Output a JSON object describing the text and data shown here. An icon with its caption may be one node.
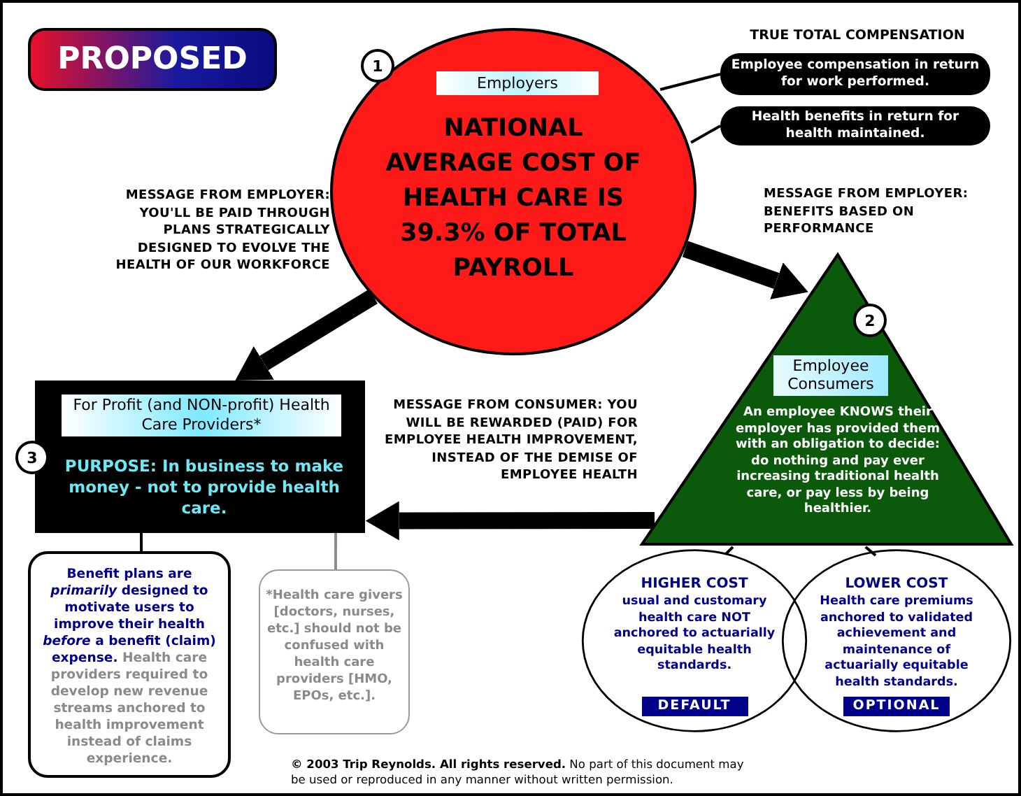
{
  "diagram": {
    "nodes": [
      {
        "text": [
          "PROPOSED"
        ]
      },
      {
        "text": [
          "1",
          "Employers",
          "NATIONAL AVERAGE COST OF HEALTH CARE IS 39.3% OF TOTAL PAYROLL"
        ]
      },
      {
        "text": [
          "Employee compensation in return for work performed."
        ]
      },
      {
        "text": [
          "Health benefits in return for health maintained."
        ]
      },
      {
        "text": [
          "2",
          "Employee Consumers",
          "An employee KNOWS their employer has provided them with an obligation to decide: do nothing and pay ever increasing traditional health care, or pay less by being healthier."
        ]
      },
      {
        "text": [
          "HIGHER COST",
          "usual and customary health care NOT anchored to actuarially equitable health standards.",
          "DEFAULT"
        ]
      },
      {
        "text": [
          "LOWER COST",
          "Health care premiums anchored to validated achievement and maintenance of actuarially equitable health standards.",
          "OPTIONAL"
        ]
      },
      {
        "text": [
          "For Profit (and NON-profit) Health Care Providers*",
          "3",
          "PURPOSE: In business to make money - not to provide health care."
        ]
      },
      {
        "text": [
          "Benefit plans are *primarily* designed to motivate users to improve their health *before* a benefit (claim) expense.",
          "Health care providers required to develop new revenue streams anchored to health improvement instead of claims experience."
        ]
      },
      {
        "text": [
          "*Health care givers [doctors, nurses, etc.] should not be confused with health care providers [HMO, EPOs, etc.]."
        ]
      }
    ],
    "edges": [
      {
        "from": 1,
        "to": 2,
        "arrow": "none"
      },
      {
        "from": 1,
        "to": 3,
        "arrow": "none"
      },
      {
        "from": 1,
        "to": 7,
        "arrow": "to",
        "style": "thick",
        "label": "MESSAGE FROM EMPLOYER: YOU'LL BE PAID THROUGH PLANS STRATEGICALLY DESIGNED TO EVOLVE THE HEALTH OF OUR WORKFORCE"
      },
      {
        "from": 1,
        "to": 4,
        "arrow": "to",
        "style": "thick",
        "label": "MESSAGE FROM EMPLOYER: BENEFITS BASED ON PERFORMANCE"
      },
      {
        "from": 4,
        "to": 7,
        "arrow": "to",
        "style": "thick",
        "label": "MESSAGE FROM CONSUMER: YOU WILL BE REWARDED (PAID) FOR EMPLOYEE HEALTH IMPROVEMENT, INSTEAD OF THE DEMISE OF EMPLOYEE HEALTH"
      },
      {
        "from": 4,
        "to": 5,
        "arrow": "none"
      },
      {
        "from": 4,
        "to": 6,
        "arrow": "none"
      },
      {
        "from": 7,
        "to": 8,
        "arrow": "none"
      },
      {
        "from": 7,
        "to": 9,
        "arrow": "none",
        "color": "#8c8c8c"
      }
    ],
    "labels": [
      "TRUE TOTAL COMPENSATION",
      "**© 2003 Trip Reynolds.  All rights reserved.**  No part of this document may be used or reproduced in any manner without written permission."
    ]
  }
}
